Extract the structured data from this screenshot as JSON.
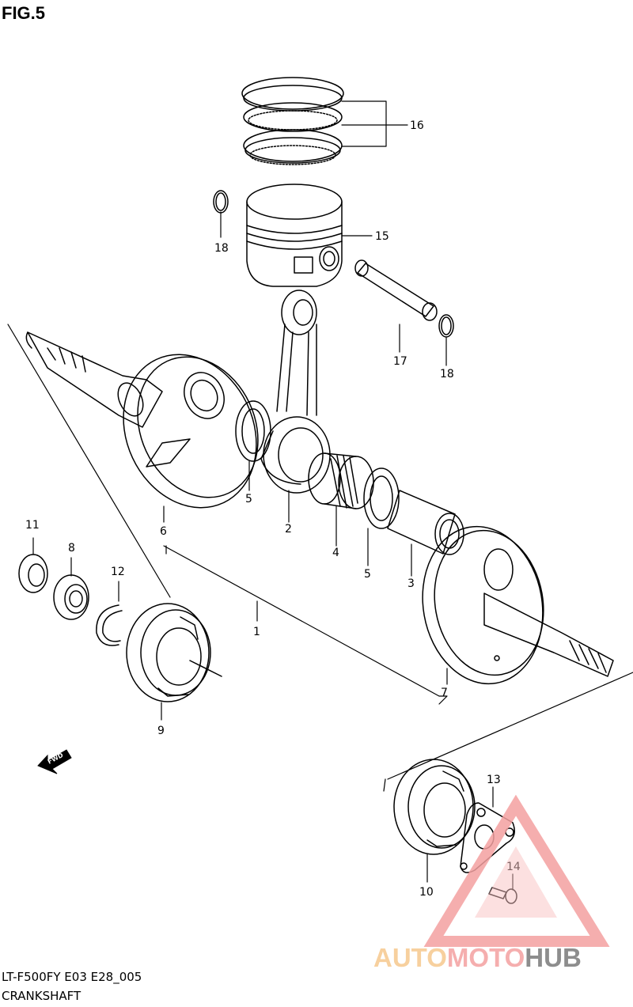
{
  "figure": {
    "title": "FIG.5"
  },
  "footer": {
    "model_code": "LT-F500FY E03 E28_005",
    "section_name": "CRANKSHAFT"
  },
  "fwd_arrow": {
    "label": "FWD"
  },
  "watermark": {
    "part1": "AUTO",
    "part2": "MOTO",
    "part3": "HUB",
    "color_primary": "#f4a0a0",
    "color_secondary": "#f6c88e",
    "color_dark": "#7a7a7a"
  },
  "callouts": {
    "c1": "1",
    "c2": "2",
    "c3": "3",
    "c4": "4",
    "c5a": "5",
    "c5b": "5",
    "c6": "6",
    "c7": "7",
    "c8": "8",
    "c9": "9",
    "c10": "10",
    "c11": "11",
    "c12": "12",
    "c13": "13",
    "c14": "14",
    "c15": "15",
    "c16": "16",
    "c17": "17",
    "c18a": "18",
    "c18b": "18"
  }
}
